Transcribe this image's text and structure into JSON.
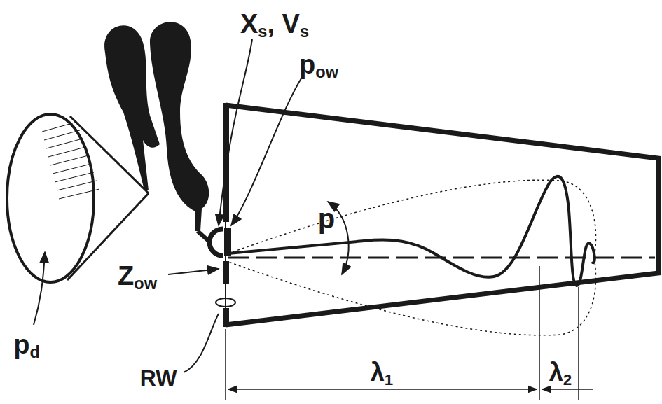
{
  "diagram": {
    "labels": [
      "Xs, Vs",
      "pow",
      "p",
      "Zow",
      "pd",
      "RW",
      "λ1",
      "λ2"
    ]
  }
}
